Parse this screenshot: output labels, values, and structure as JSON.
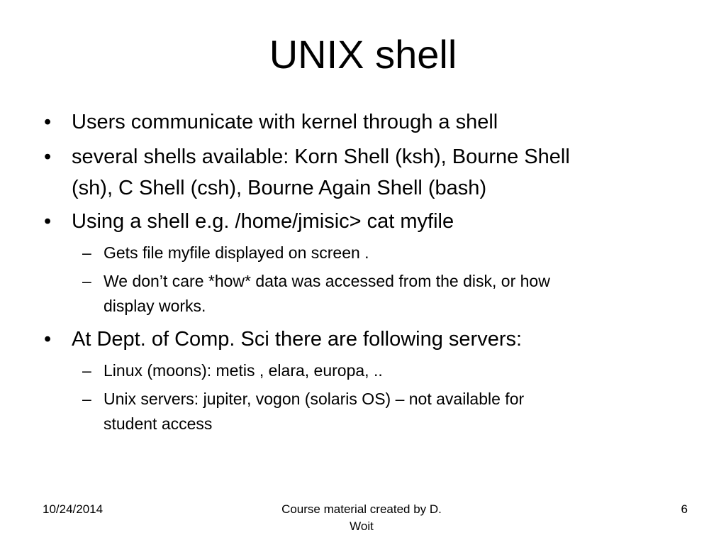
{
  "slide": {
    "title": "UNIX shell",
    "bullets": [
      {
        "text_lines": [
          "Users communicate with kernel through a  shell"
        ]
      },
      {
        "text_lines": [
          "several shells available: Korn Shell (ksh), Bourne Shell",
          "(sh), C Shell (csh), Bourne Again Shell (bash)"
        ]
      },
      {
        "text_lines": [
          "Using a shell e.g. /home/jmisic> cat myfile"
        ]
      },
      {
        "text_lines": [
          "At Dept. of Comp. Sci there are following servers:"
        ]
      }
    ],
    "subbullets": [
      {
        "text_lines": [
          "Gets file myfile displayed on screen ."
        ]
      },
      {
        "text_lines": [
          "We don’t care *how* data was accessed from the disk, or how",
          "display works."
        ]
      },
      {
        "text_lines": [
          "Linux (moons): metis , elara, europa, .."
        ]
      },
      {
        "text_lines": [
          "Unix servers: jupiter, vogon (solaris OS) – not available for",
          "student access"
        ]
      }
    ],
    "bullet_mark": "•",
    "sub_mark": "–"
  },
  "footer": {
    "date": "10/24/2014",
    "center_line1": "Course material created by D.",
    "center_line2": "Woit",
    "page": "6"
  }
}
